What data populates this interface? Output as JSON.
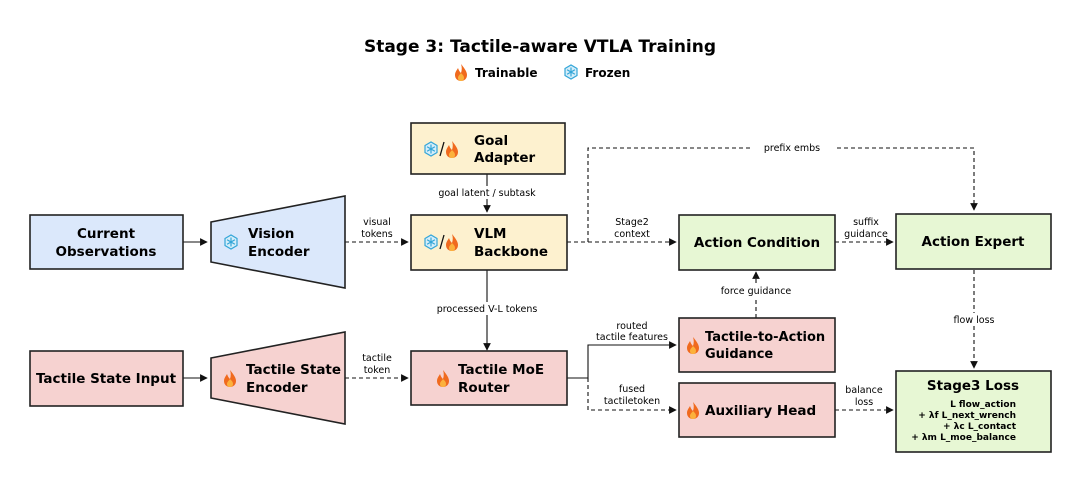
{
  "title": "Stage 3: Tactile-aware VTLA Training",
  "legend": {
    "trainable": "Trainable",
    "frozen": "Frozen"
  },
  "colors": {
    "blue": "#dbe8fb",
    "yellow": "#fdf1cf",
    "green": "#e7f7d4",
    "red": "#f6d2d0",
    "flame": "#f06a1e",
    "snowflake": "#34a6d8"
  },
  "nodes": {
    "goal_adapter": {
      "line1": "Goal",
      "line2": "Adapter",
      "icon": "snowflake-slash-fire-icon"
    },
    "current_observations": {
      "line1": "Current",
      "line2": "Observations"
    },
    "vision_encoder": {
      "line1": "Vision",
      "line2": "Encoder",
      "icon": "snowflake-icon"
    },
    "vlm_backbone": {
      "line1": "VLM",
      "line2": "Backbone",
      "icon": "snowflake-slash-fire-icon"
    },
    "action_condition": {
      "label": "Action Condition"
    },
    "action_expert": {
      "label": "Action Expert"
    },
    "tactile_state_input": {
      "label": "Tactile State Input"
    },
    "tactile_state_encoder": {
      "line1": "Tactile State",
      "line2": "Encoder",
      "icon": "flame-icon"
    },
    "tactile_moe_router": {
      "line1": "Tactile MoE",
      "line2": "Router",
      "icon": "flame-icon"
    },
    "tactile_to_action_guidance": {
      "line1": "Tactile-to-Action",
      "line2": "Guidance",
      "icon": "flame-icon"
    },
    "auxiliary_head": {
      "label": "Auxiliary Head",
      "icon": "flame-icon"
    },
    "stage3_loss": {
      "title": "Stage3 Loss",
      "terms": [
        "L flow_action",
        "+ λf L_next_wrench",
        "+ λc L_contact",
        "+ λm L_moe_balance"
      ]
    }
  },
  "edges": {
    "prefix_embs": "prefix embs",
    "goal_latent": "goal latent / subtask",
    "visual_tokens": {
      "line1": "visual",
      "line2": "tokens"
    },
    "stage2_context": {
      "line1": "Stage2",
      "line2": "context"
    },
    "suffix_guidance": {
      "line1": "suffix",
      "line2": "guidance"
    },
    "force_guidance": "force guidance",
    "processed_vl_tokens": "processed V-L tokens",
    "flow_loss": "flow loss",
    "tactile_token": {
      "line1": "tactile",
      "line2": "token"
    },
    "routed_tactile_features": {
      "line1": "routed",
      "line2": "tactile features"
    },
    "fused_tactiletoken": {
      "line1": "fused",
      "line2": "tactiletoken"
    },
    "balance_loss": {
      "line1": "balance",
      "line2": "loss"
    }
  }
}
